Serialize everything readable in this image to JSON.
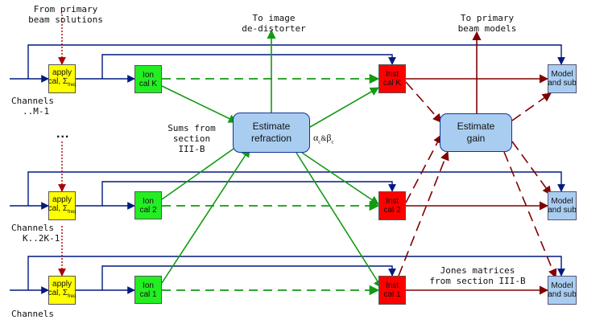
{
  "top_labels": {
    "primary_beam_solutions": [
      "From primary",
      "beam solutions"
    ],
    "image_dedistorter": [
      "To image",
      "de-distorter"
    ],
    "primary_beam_models": [
      "To primary",
      "beam models"
    ]
  },
  "channel_labels": [
    [
      "Channels",
      "..M-1"
    ],
    [
      "Channels",
      "K..2K-1"
    ],
    [
      "Channels",
      ""
    ]
  ],
  "ellipsis": "...",
  "apply_cal": {
    "line1": "apply",
    "line2": "cal, Σ",
    "sub": "freq"
  },
  "ion_cals": [
    {
      "line1": "Ion",
      "line2": "cal K"
    },
    {
      "line1": "Ion",
      "line2": "cal 2"
    },
    {
      "line1": "Ion",
      "line2": "cal 1"
    }
  ],
  "inst_cals": [
    {
      "line1": "Inst",
      "line2": "cal K"
    },
    {
      "line1": "Inst",
      "line2": "cal 2"
    },
    {
      "line1": "Inst",
      "line2": "cal 1"
    }
  ],
  "model_sub": {
    "line1": "Model",
    "line2": "and sub"
  },
  "estimate_refraction": {
    "line1": "Estimate",
    "line2": "refraction"
  },
  "estimate_gain": {
    "line1": "Estimate",
    "line2": "gain"
  },
  "sums_note": [
    "Sums from",
    "section",
    "III-B"
  ],
  "alpha_beta": {
    "alpha": "α",
    "c1": "c",
    "amp": "&",
    "beta": "β",
    "c2": "c"
  },
  "jones_note": [
    "Jones matrices",
    "from section III-B"
  ],
  "colors": {
    "bus": "#001a80",
    "ion_path": "#129a12",
    "inst_path": "#800000",
    "solutions": "#aa0000",
    "apply_fill": "#ffff00",
    "ion_fill": "#22ee22",
    "inst_fill": "#ff0000",
    "model_fill": "#a9cdf0"
  }
}
